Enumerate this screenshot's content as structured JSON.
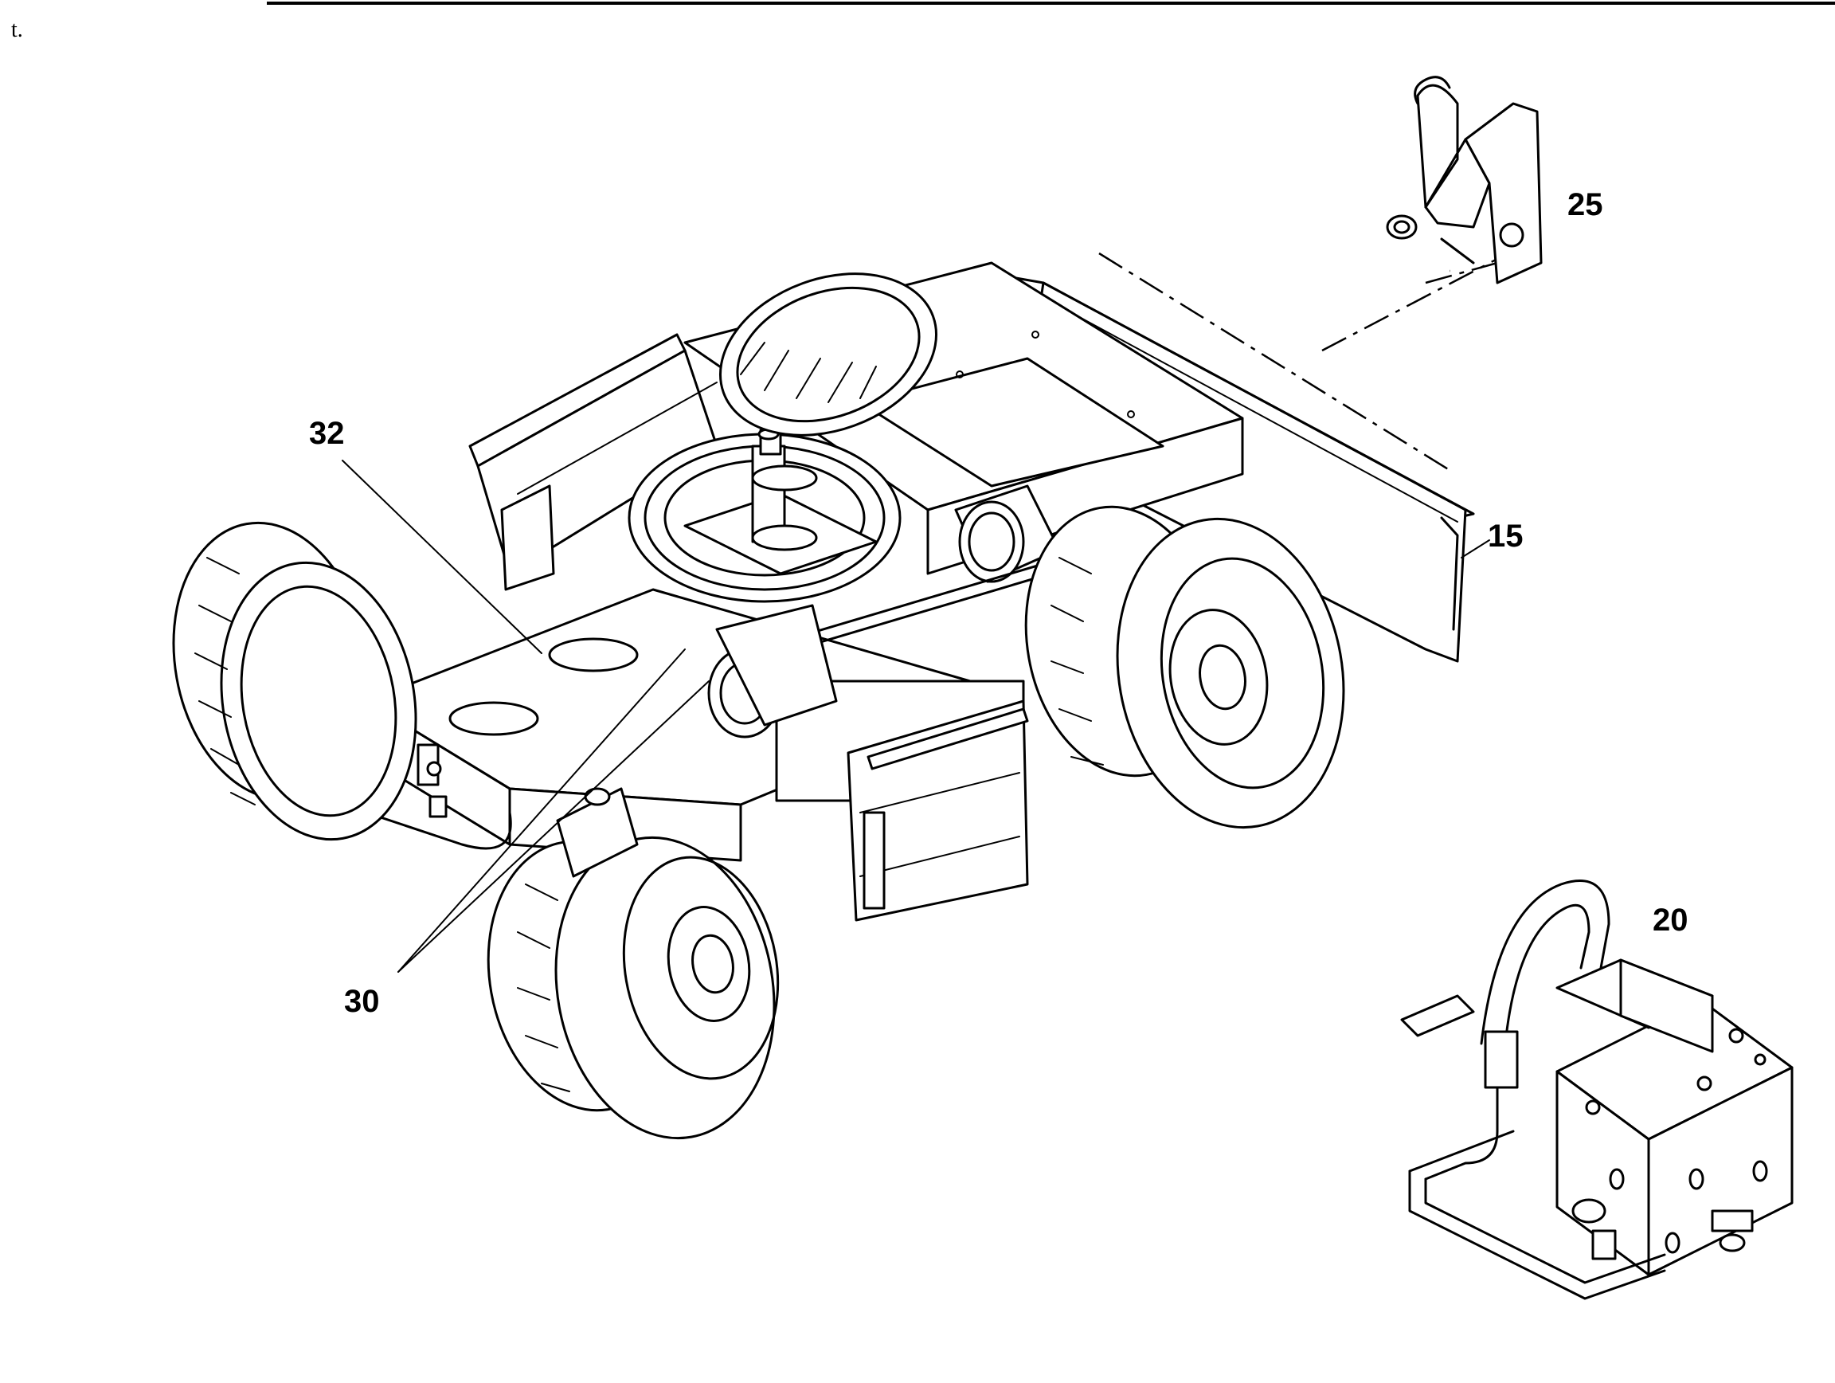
{
  "diagram": {
    "callouts": [
      {
        "id": "15",
        "label": "15"
      },
      {
        "id": "20",
        "label": "20"
      },
      {
        "id": "25",
        "label": "25"
      },
      {
        "id": "30",
        "label": "30"
      },
      {
        "id": "32",
        "label": "32"
      }
    ],
    "stray_marks": [
      "t.",
      "'",
      "`"
    ]
  }
}
